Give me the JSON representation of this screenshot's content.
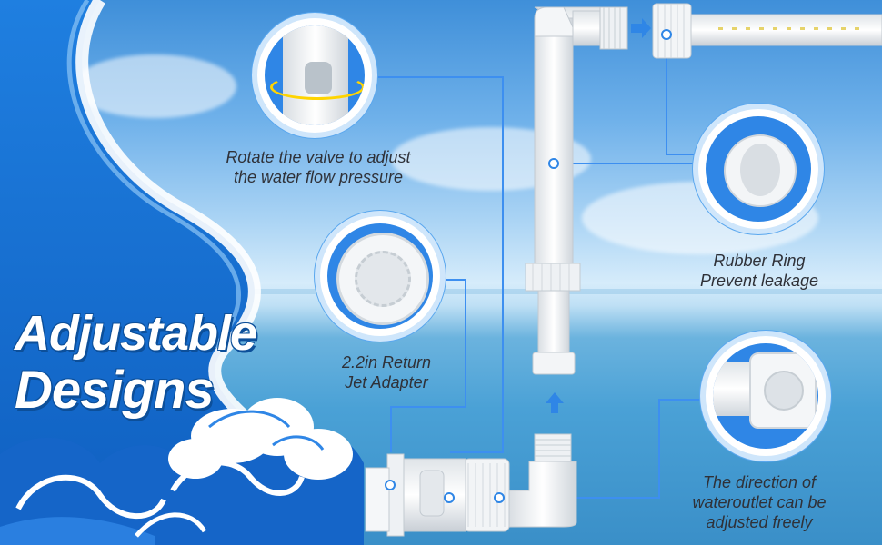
{
  "headline": {
    "line1": "Adjustable",
    "line2": "Designs"
  },
  "callouts": {
    "valve": {
      "line1": "Rotate the valve to adjust",
      "line2": "the water flow pressure"
    },
    "adapter": {
      "line1": "2.2in Return",
      "line2": "Jet Adapter"
    },
    "ring": {
      "line1": "Rubber Ring",
      "line2": "Prevent leakage"
    },
    "outlet": {
      "line1": "The direction of",
      "line2": "wateroutlet can be",
      "line3": "adjusted freely"
    }
  },
  "colors": {
    "accent": "#2f86e6",
    "headline_outline": "#0c4f9a",
    "leader_line": "#3d8ff0"
  }
}
